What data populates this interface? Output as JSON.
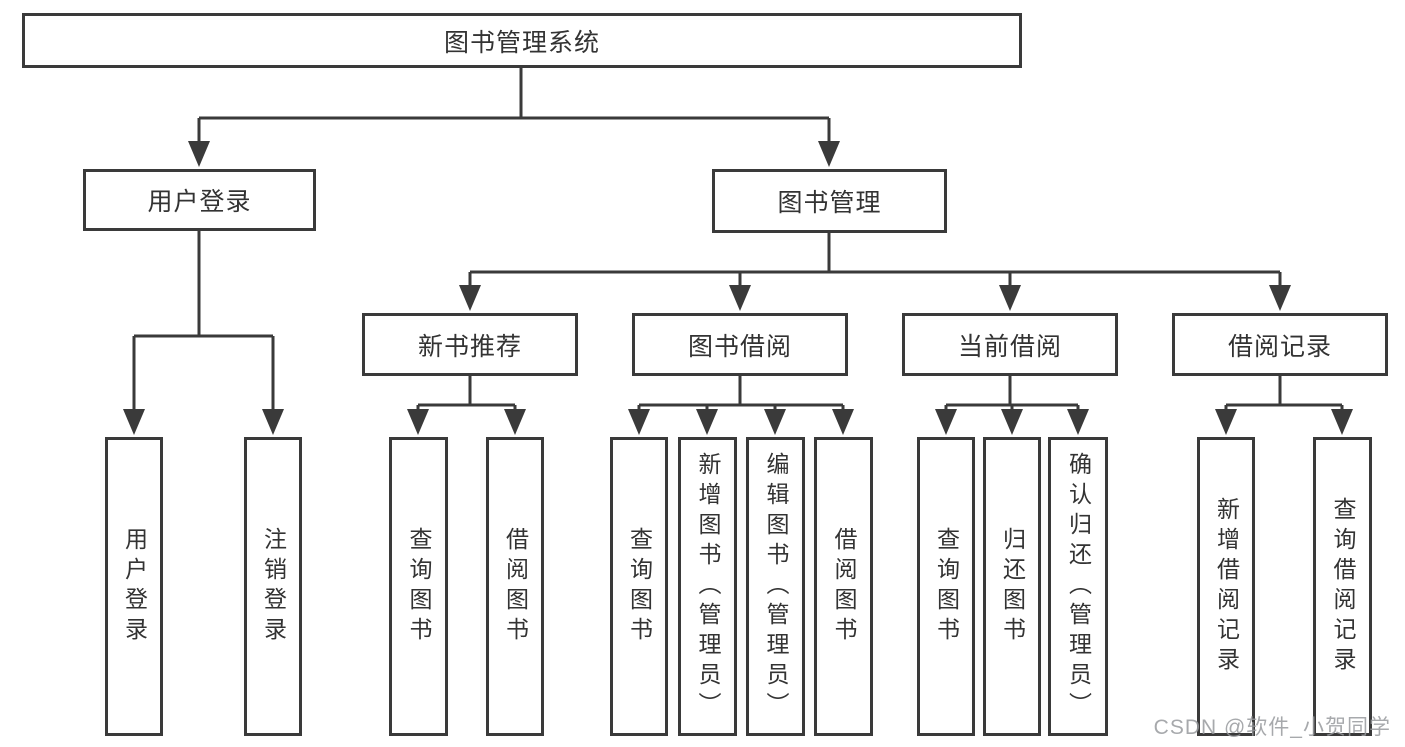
{
  "diagram_type": "hierarchy-flowchart",
  "tree": {
    "label": "图书管理系统",
    "children": [
      {
        "label": "用户登录",
        "children": [
          {
            "label": "用户登录"
          },
          {
            "label": "注销登录"
          }
        ]
      },
      {
        "label": "图书管理",
        "children": [
          {
            "label": "新书推荐",
            "children": [
              {
                "label": "查询图书"
              },
              {
                "label": "借阅图书"
              }
            ]
          },
          {
            "label": "图书借阅",
            "children": [
              {
                "label": "查询图书"
              },
              {
                "label": "新增图书（管理员）"
              },
              {
                "label": "编辑图书（管理员）"
              },
              {
                "label": "借阅图书"
              }
            ]
          },
          {
            "label": "当前借阅",
            "children": [
              {
                "label": "查询图书"
              },
              {
                "label": "归还图书"
              },
              {
                "label": "确认归还（管理员）"
              }
            ]
          },
          {
            "label": "借阅记录",
            "children": [
              {
                "label": "新增借阅记录"
              },
              {
                "label": "查询借阅记录"
              }
            ]
          }
        ]
      }
    ]
  },
  "watermark": {
    "text": "CSDN @软件_小贺同学"
  },
  "colors": {
    "line": "#3a3a3a",
    "box_border": "#3a3a3a",
    "text": "#333333",
    "background": "#ffffff",
    "watermark": "#989a9e"
  }
}
